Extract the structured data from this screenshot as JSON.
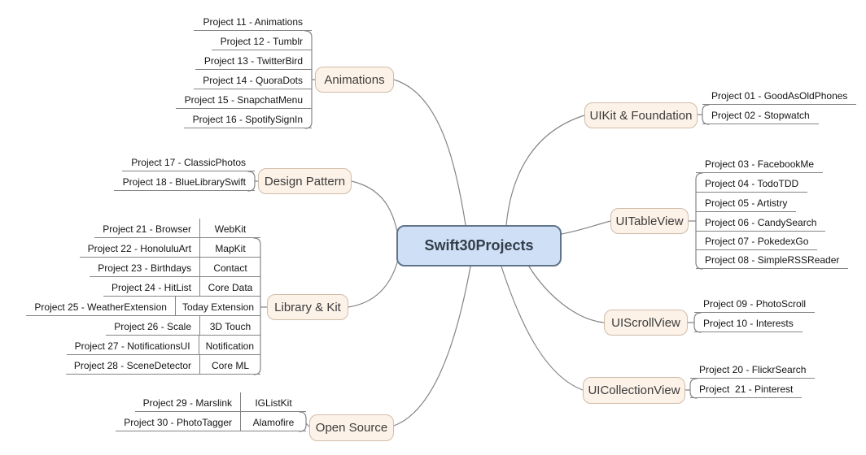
{
  "title": "Swift30Projects",
  "colors": {
    "central_fill": "#cfe0f6",
    "central_border": "#61748a",
    "branch_fill": "#fdf2e8",
    "branch_border": "#cfbca9",
    "line": "#858585"
  },
  "mindmap": {
    "root": {
      "label": "Swift30Projects"
    },
    "branches": [
      {
        "label": "Animations",
        "leaves": [
          "Project 11 - Animations",
          "Project 12 - Tumblr",
          "Project 13 - TwitterBird",
          "Project 14 - QuoraDots",
          "Project 15 - SnapchatMenu",
          "Project 16 - SpotifySignIn"
        ]
      },
      {
        "label": "Design Pattern",
        "leaves": [
          "Project 17 - ClassicPhotos",
          "Project 18 - BlueLibrarySwift"
        ]
      },
      {
        "label": "Library & Kit",
        "rows": [
          {
            "project": "Project 21 - Browser",
            "kit": "WebKit"
          },
          {
            "project": "Project 22 - HonoluluArt",
            "kit": "MapKit"
          },
          {
            "project": "Project 23 - Birthdays",
            "kit": "Contact"
          },
          {
            "project": "Project 24 - HitList",
            "kit": "Core Data"
          },
          {
            "project": "Project 25 - WeatherExtension",
            "kit": "Today Extension"
          },
          {
            "project": "Project 26 - Scale",
            "kit": "3D Touch"
          },
          {
            "project": "Project 27 - NotificationsUI",
            "kit": "Notification"
          },
          {
            "project": "Project 28 - SceneDetector",
            "kit": "Core ML"
          }
        ]
      },
      {
        "label": "Open Source",
        "rows": [
          {
            "project": "Project 29 - Marslink",
            "kit": "IGListKit"
          },
          {
            "project": "Project 30 - PhotoTagger",
            "kit": "Alamofire"
          }
        ]
      },
      {
        "label": "UIKit & Foundation",
        "leaves": [
          "Project 01 - GoodAsOldPhones",
          "Project 02 - Stopwatch"
        ]
      },
      {
        "label": "UITableView",
        "leaves": [
          "Project 03 - FacebookMe",
          "Project 04 - TodoTDD",
          "Project 05 - Artistry",
          "Project 06 - CandySearch",
          "Project 07 - PokedexGo",
          "Project 08 - SimpleRSSReader"
        ]
      },
      {
        "label": "UIScrollView",
        "leaves": [
          "Project 09 - PhotoScroll",
          "Project 10 - Interests"
        ]
      },
      {
        "label": "UICollectionView",
        "leaves": [
          "Project 20 - FlickrSearch",
          "Project  21 - Pinterest"
        ]
      }
    ]
  }
}
